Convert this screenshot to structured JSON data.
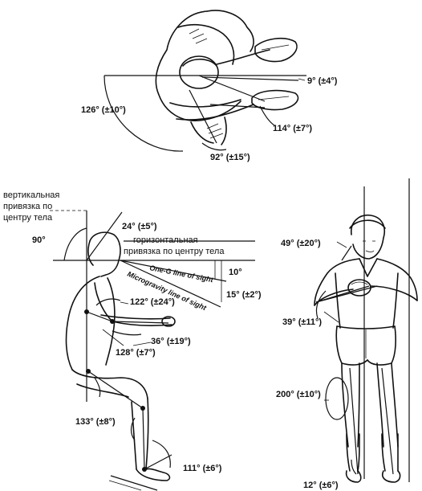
{
  "top_view": {
    "angle_9": "9° (±4°)",
    "angle_126": "126° (±10°)",
    "angle_114": "114° (±7°)",
    "angle_92": "92° (±15°)"
  },
  "side_view": {
    "vertical_ref": [
      "вертикальная",
      "привязка по",
      "центру тела"
    ],
    "horizontal_ref": [
      "горизонтальная",
      "привязка по центру тела"
    ],
    "angle_90": "90°",
    "angle_24": "24° (±5°)",
    "angle_10": "10°",
    "angle_15": "15° (±2°)",
    "one_g": "One-G line of sight",
    "microgravity": "Microgravity line of sight",
    "angle_122": "122° (±24°)",
    "angle_36": "36° (±19°)",
    "angle_128": "128° (±7°)",
    "angle_133": "133° (±8°)",
    "angle_111": "111° (±6°)"
  },
  "front_view": {
    "angle_49": "49° (±20°)",
    "angle_39": "39° (±11°)",
    "angle_200": "200° (±10°)",
    "angle_12": "12° (±6°)"
  }
}
